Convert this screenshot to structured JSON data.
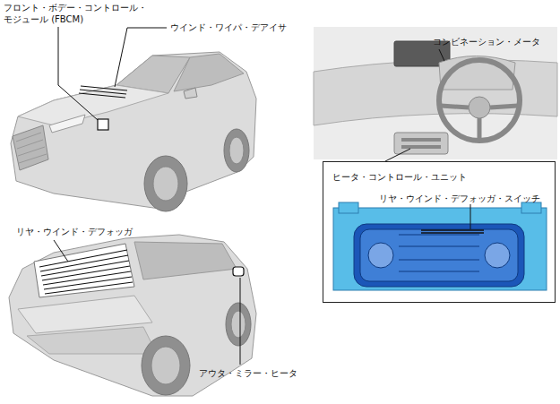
{
  "diagram": {
    "nodes": [
      {
        "text": [
          "ヒータ・コントロール・ユニット",
          "リヤ・ウインド・デフォッガ・スイッチ"
        ]
      }
    ],
    "labels": [
      "フロント・ボデー・コントロール・ モジュール (FBCM)",
      "ウインド・ワイパ・デアイサ",
      "コンビネーション・メータ",
      "リヤ・ウインド・デフォッガ",
      "アウタ・ミラー・ヒータ"
    ]
  }
}
